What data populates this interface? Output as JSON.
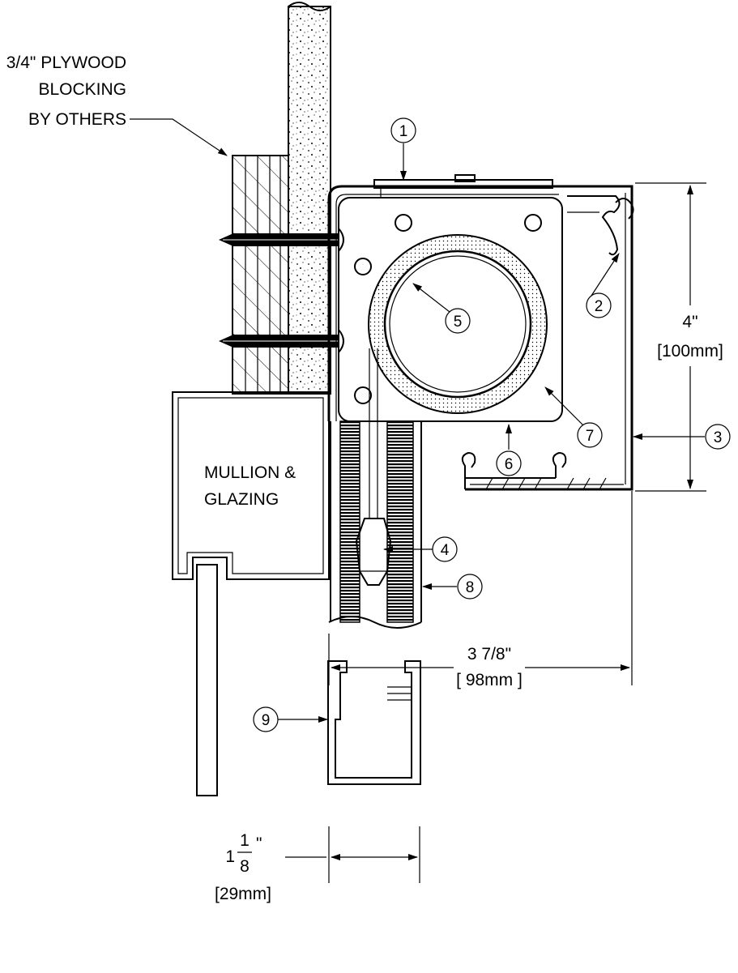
{
  "labels": {
    "plywood_line1": "3/4\" PLYWOOD",
    "plywood_line2": "BLOCKING",
    "plywood_line3": "BY OTHERS",
    "mullion_line1": "MULLION &",
    "mullion_line2": "GLAZING"
  },
  "callouts": [
    "1",
    "2",
    "3",
    "4",
    "5",
    "6",
    "7",
    "8",
    "9"
  ],
  "dimensions": {
    "height_imperial": "4\"",
    "height_metric": "[100mm]",
    "width_imperial": "3  7/8\"",
    "width_metric": "[ 98mm ]",
    "channel_whole": "1",
    "channel_num": "1",
    "channel_den": "8",
    "channel_inch": "\"",
    "channel_metric": "[29mm]"
  }
}
